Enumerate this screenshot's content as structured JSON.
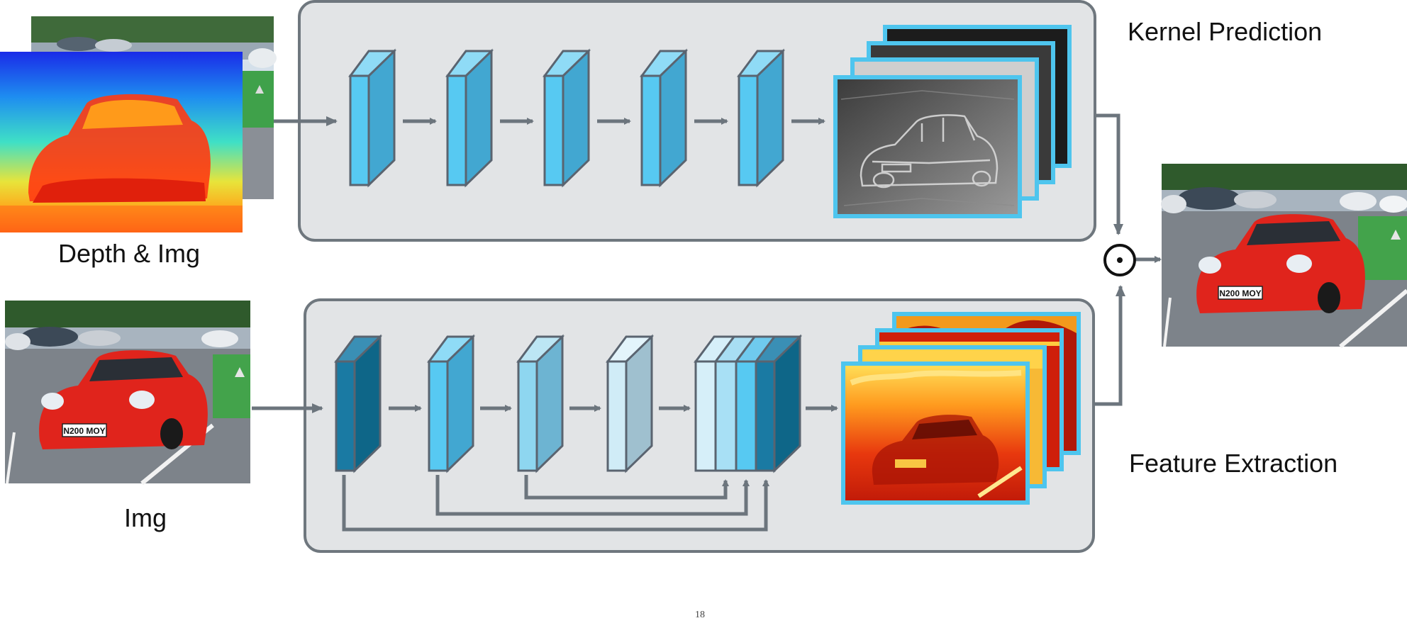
{
  "labels": {
    "kernel_prediction": "Kernel Prediction",
    "feature_extraction": "Feature Extraction",
    "depth_img": "Depth & Img",
    "img": "Img",
    "page_number": "18",
    "license_plate": "N200 MOY"
  },
  "operator_symbol": "⊙",
  "colors": {
    "panel_fill": "#e2e4e6",
    "panel_stroke": "#6f777e",
    "arrow": "#6c757d",
    "frame_border": "#4ec5ee",
    "block_light_cyan": "#57c9f2",
    "block_dark_teal": "#0e6e96",
    "block_pale": "#c9e9f6",
    "car_red": "#e0241c"
  },
  "icons": {
    "elementwise_product": "circle-dot-icon"
  },
  "kernel_prediction_branch": {
    "conv_block_count": 5,
    "kernel_map_count": 4
  },
  "feature_extraction_branch": {
    "conv_block_count": 4,
    "concat_slice_count": 4,
    "skip_connection_count": 3,
    "feature_map_count": 4
  }
}
